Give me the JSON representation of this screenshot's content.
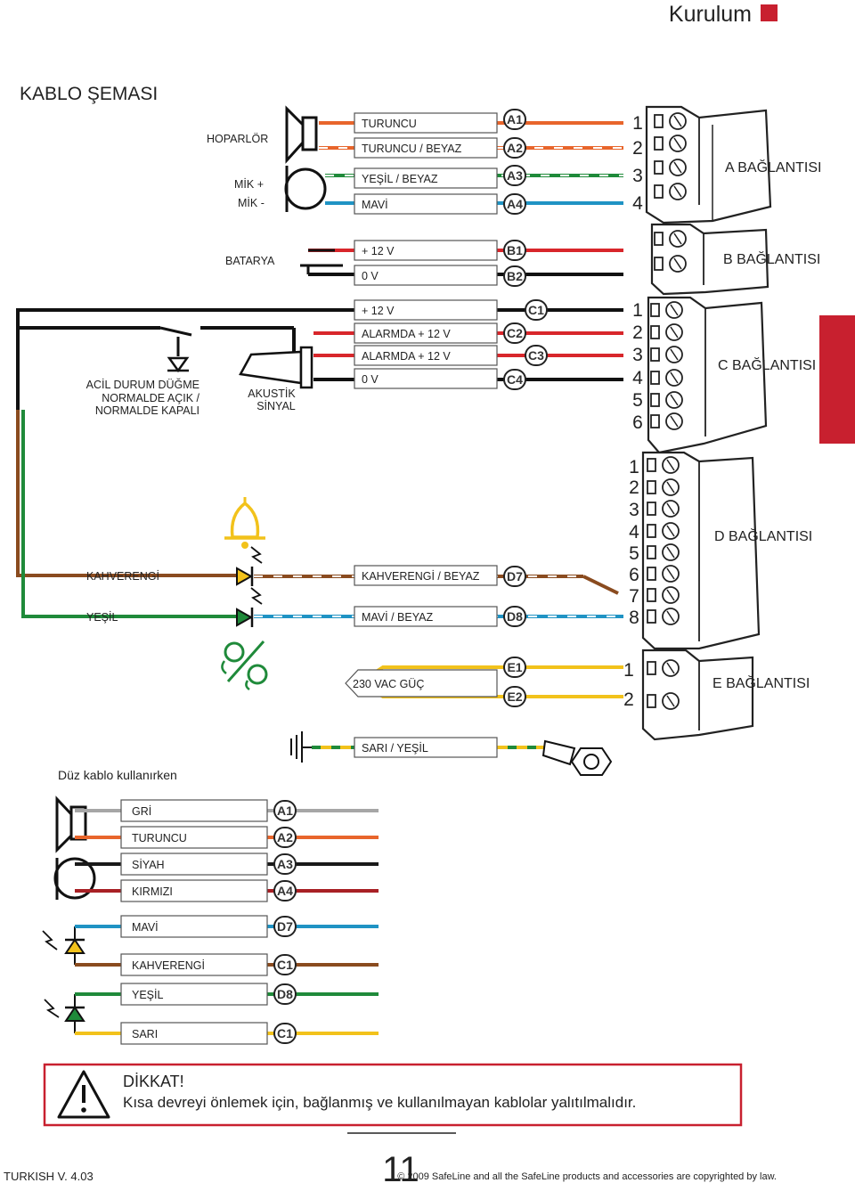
{
  "header": {
    "title": "Kurulum",
    "accent": "#c8202f"
  },
  "page_title": "KABLO ŞEMASI",
  "colors": {
    "orange": "#e8652b",
    "green": "#1f8a3a",
    "blue": "#1f93c4",
    "red": "#d8262b",
    "brown": "#8a4b1f",
    "yellow": "#f2c21b",
    "grey": "#a6a6a6",
    "darkred": "#a82025",
    "black": "#1a1a1a",
    "accent": "#c8202f"
  },
  "icons": [
    "speaker-icon",
    "microphone-icon",
    "battery-icon",
    "switch-icon",
    "diode-icon",
    "siren-icon",
    "bell-icon",
    "led-icon",
    "no-sound-icon",
    "ground-icon",
    "ring-terminal-icon",
    "terminal-block-icon",
    "warning-icon"
  ],
  "labels": {
    "hoparlor": "HOPARLÖR",
    "mik_plus": "MİK +",
    "mik_minus": "MİK -",
    "batarya": "BATARYA",
    "acil_1": "ACİL DURUM DÜĞME",
    "acil_2": "NORMALDE AÇIK /",
    "acil_3": "NORMALDE KAPALI",
    "akustik_1": "AKUSTİK",
    "akustik_2": "SİNYAL",
    "kahverengi": "KAHVERENGİ",
    "yesil": "YEŞİL",
    "duz_kablo": "Düz kablo kullanırken"
  },
  "wires": [
    {
      "label": "TURUNCU",
      "pin": "A1"
    },
    {
      "label": "TURUNCU / BEYAZ",
      "pin": "A2"
    },
    {
      "label": "YEŞİL / BEYAZ",
      "pin": "A3"
    },
    {
      "label": "MAVİ",
      "pin": "A4"
    },
    {
      "label": "+ 12 V",
      "pin": "B1"
    },
    {
      "label": "0 V",
      "pin": "B2"
    },
    {
      "label": "+ 12 V",
      "pin": "C1"
    },
    {
      "label": "ALARMDA + 12 V",
      "pin": "C2"
    },
    {
      "label": "ALARMDA + 12 V",
      "pin": "C3"
    },
    {
      "label": "0 V",
      "pin": "C4"
    },
    {
      "label": "KAHVERENGİ / BEYAZ",
      "pin": "D7"
    },
    {
      "label": "MAVİ / BEYAZ",
      "pin": "D8"
    },
    {
      "label": "230 VAC GÜÇ",
      "pin": "E1"
    },
    {
      "label": "",
      "pin": "E2"
    },
    {
      "label": "SARI / YEŞİL",
      "pin": ""
    }
  ],
  "flat_wires": [
    {
      "label": "GRİ",
      "pin": "A1"
    },
    {
      "label": "TURUNCU",
      "pin": "A2"
    },
    {
      "label": "SİYAH",
      "pin": "A3"
    },
    {
      "label": "KIRMIZI",
      "pin": "A4"
    },
    {
      "label": "MAVİ",
      "pin": "D7"
    },
    {
      "label": "KAHVERENGİ",
      "pin": "C1"
    },
    {
      "label": "YEŞİL",
      "pin": "D8"
    },
    {
      "label": "SARI",
      "pin": "C1"
    }
  ],
  "connectors": {
    "a": {
      "name": "A BAĞLANTISI",
      "numbers": [
        "1",
        "2",
        "3",
        "4"
      ]
    },
    "b": {
      "name": "B BAĞLANTISI"
    },
    "c": {
      "name": "C BAĞLANTISI",
      "numbers": [
        "1",
        "2",
        "3",
        "4",
        "5",
        "6"
      ]
    },
    "d": {
      "name": "D BAĞLANTISI",
      "numbers": [
        "1",
        "2",
        "3",
        "4",
        "5",
        "6",
        "7",
        "8"
      ]
    },
    "e": {
      "name": "E BAĞLANTISI",
      "numbers": [
        "1",
        "2"
      ]
    }
  },
  "warning": {
    "title": "DİKKAT!",
    "text": "Kısa devreyi önlemek için, bağlanmış ve kullanılmayan kablolar yalıtılmalıdır."
  },
  "footer": {
    "version": "TURKISH V. 4.03",
    "page_number": "11",
    "copyright": "© 2009 SafeLine and all the SafeLine products and accessories are copyrighted by law."
  }
}
